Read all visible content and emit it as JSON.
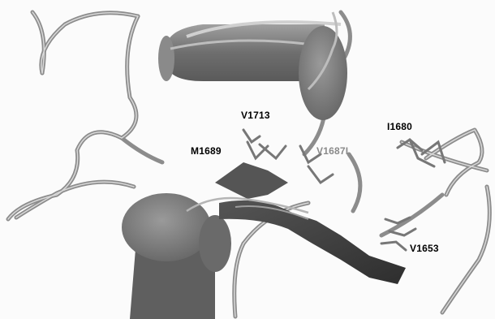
{
  "figure": {
    "background": "#fbfbfb",
    "helix_color": "#7a7a7a",
    "strand_color": "#4a4a4a",
    "coil_color": "#9a9a9a",
    "labels": [
      {
        "text": "V1713",
        "color": "#1e1e1e"
      },
      {
        "text": "M1689",
        "color": "#1e1e1e"
      },
      {
        "text": "V1687I",
        "color": "#8a8a8a"
      },
      {
        "text": "I1680",
        "color": "#1e1e1e"
      },
      {
        "text": "V1653",
        "color": "#1e1e1e"
      }
    ]
  }
}
